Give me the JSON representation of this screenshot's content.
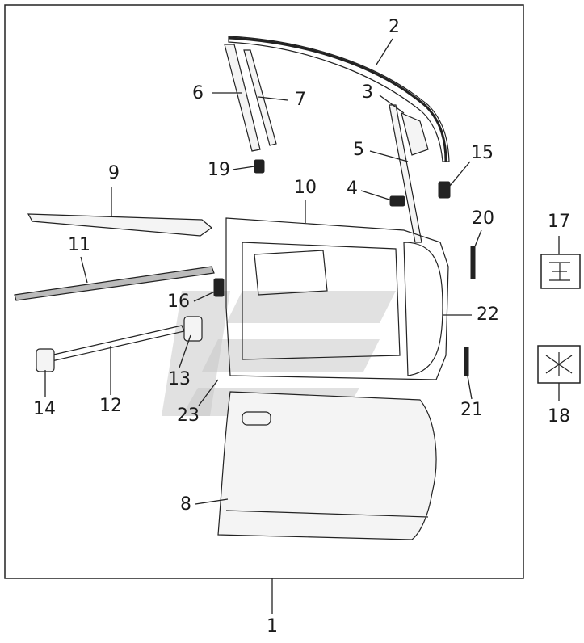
{
  "diagram": {
    "callouts": [
      {
        "id": "1",
        "label": "1"
      },
      {
        "id": "2",
        "label": "2"
      },
      {
        "id": "3",
        "label": "3"
      },
      {
        "id": "4",
        "label": "4"
      },
      {
        "id": "5",
        "label": "5"
      },
      {
        "id": "6",
        "label": "6"
      },
      {
        "id": "7",
        "label": "7"
      },
      {
        "id": "8",
        "label": "8"
      },
      {
        "id": "9",
        "label": "9"
      },
      {
        "id": "10",
        "label": "10"
      },
      {
        "id": "11",
        "label": "11"
      },
      {
        "id": "12",
        "label": "12"
      },
      {
        "id": "13",
        "label": "13"
      },
      {
        "id": "14",
        "label": "14"
      },
      {
        "id": "15",
        "label": "15"
      },
      {
        "id": "16",
        "label": "16"
      },
      {
        "id": "17",
        "label": "17"
      },
      {
        "id": "18",
        "label": "18"
      },
      {
        "id": "19",
        "label": "19"
      },
      {
        "id": "20",
        "label": "20"
      },
      {
        "id": "21",
        "label": "21"
      },
      {
        "id": "22",
        "label": "22"
      },
      {
        "id": "23",
        "label": "23"
      }
    ]
  }
}
